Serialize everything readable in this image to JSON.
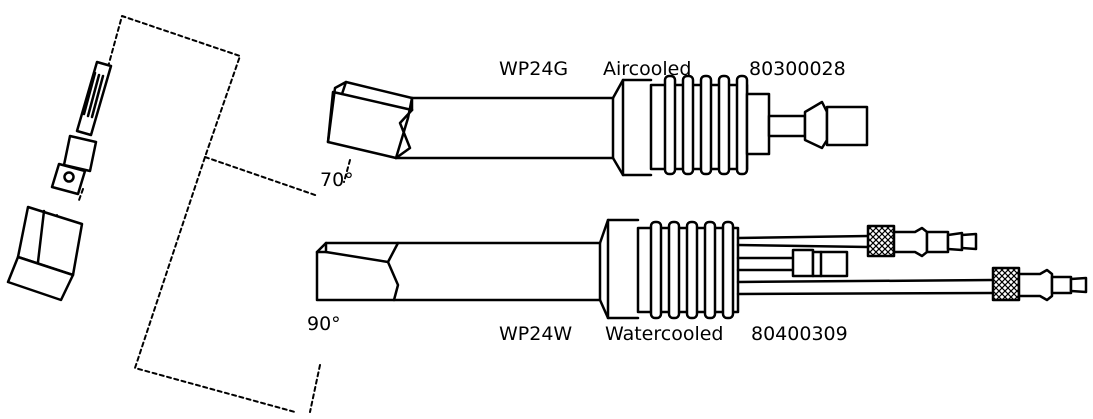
{
  "torches": [
    {
      "model": "WP24G",
      "cooling": "Aircooled",
      "part_number": "80300028",
      "head_angle": "70°"
    },
    {
      "model": "WP24W",
      "cooling": "Watercooled",
      "part_number": "80400309",
      "head_angle": "90°"
    }
  ],
  "colors": {
    "line": "#000000",
    "background": "#ffffff"
  }
}
